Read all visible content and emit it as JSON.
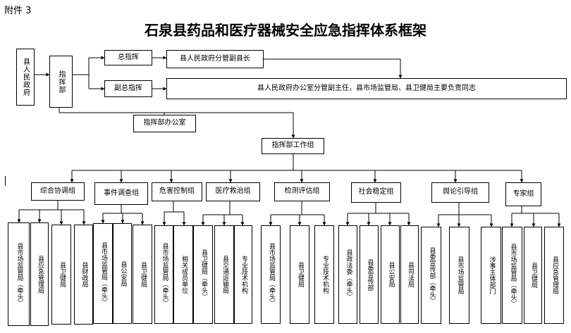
{
  "header": {
    "annex": "附件 3",
    "title": "石泉县药品和医疗器械安全应急指挥体系框架"
  },
  "top": {
    "gov": "县人民政府",
    "hq": "指挥部",
    "chief": "总指挥",
    "chief_person": "县人民政府分管副县长",
    "deputy": "副总指挥",
    "deputy_person": "县人民政府办公室分管副主任，县市场监管局、县卫健局主要负责同志",
    "office": "指挥部办公室",
    "working": "指挥部工作组"
  },
  "groups": [
    {
      "name": "综合协调组",
      "members": [
        "县市场监管局（牵头）",
        "县应急管理局",
        "县卫健局",
        "县财政局"
      ]
    },
    {
      "name": "事件调查组",
      "members": [
        "县市场监管局（牵头）",
        "县公安局",
        "县卫健局"
      ]
    },
    {
      "name": "危害控制组",
      "members": [
        "县市场监管局（牵头）",
        "相关成员单位"
      ]
    },
    {
      "name": "医疗救治组",
      "members": [
        "县卫健局（牵头）",
        "县交通运输局",
        "专业技术机构"
      ]
    },
    {
      "name": "检测评估组",
      "members": [
        "县市场监管局（牵头）",
        "县卫健局",
        "专业技术机构"
      ]
    },
    {
      "name": "社会稳定组",
      "members": [
        "县政法委（牵头）",
        "县委宣传部",
        "县公安局",
        "县司法局"
      ]
    },
    {
      "name": "舆论引导组",
      "members": [
        "县委宣传部（牵头）",
        "县市场监管局",
        "涉事主体部门"
      ]
    },
    {
      "name": "专家组",
      "members": [
        "县市场监管局（牵头）",
        "县卫健局",
        "县应急管理局"
      ]
    }
  ]
}
